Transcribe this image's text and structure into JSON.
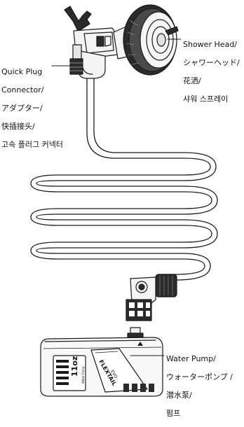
{
  "labels": {
    "shower_head": [
      "Shower Head/",
      "シャワーヘッド/",
      "花洒/",
      "샤워 스프레이"
    ],
    "quick_plug": [
      "Quick Plug",
      "Connector/",
      "アダプター/",
      "快插接头/",
      "고속 플러그 커넥터"
    ],
    "water_pump": [
      "Water Pump/",
      "ウォーターポンプ /",
      "潜水泵/",
      "펌프"
    ]
  },
  "pump_markings": {
    "brand": "FLEXTAIL",
    "model": "11oz",
    "sub": "EVO",
    "side_text": "Water Pump"
  }
}
